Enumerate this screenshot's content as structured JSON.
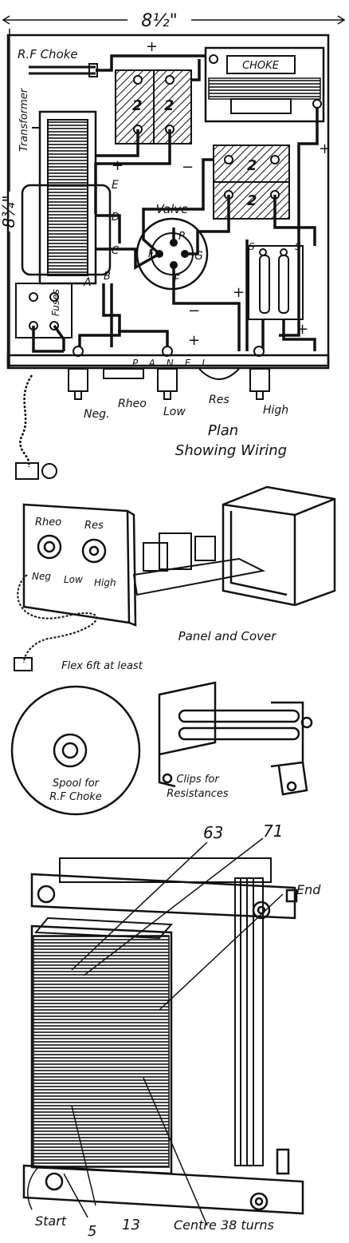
{
  "figure1": {
    "width_dim": "8½\"",
    "height_dim": "8¾\"",
    "labels": {
      "rf_choke": "R.F Choke",
      "transformer": "Transformer",
      "choke": "CHOKE",
      "valve": "Valve",
      "fuses": "Fuses",
      "panel": "PANEL",
      "e": "E",
      "d": "D",
      "c": "C",
      "a": "A",
      "b": "B",
      "f1": "F",
      "f2": "F",
      "p": "P",
      "g": "G",
      "s1": "S",
      "s2": "S",
      "neg": "Neg.",
      "rheo": "Rheo",
      "low": "Low",
      "res": "Res",
      "high": "High",
      "caption_line1": "Plan",
      "caption_line2": "Showing Wiring",
      "cap_value": "2",
      "plus": "+",
      "minus": "−"
    }
  },
  "figure2": {
    "rheo": "Rheo",
    "res": "Res",
    "neg": "Neg",
    "low": "Low",
    "high": "High",
    "caption": "Panel and Cover",
    "flex": "Flex 6ft at least"
  },
  "figure3": {
    "spool_caption_line1": "Spool for",
    "spool_caption_line2": "R.F Choke",
    "clips_caption_line1": "Clips for",
    "clips_caption_line2": "Resistances"
  },
  "figure4": {
    "label_63": "63",
    "label_71": "71",
    "label_end": "End",
    "label_start": "Start",
    "label_5": "5",
    "label_13": "13",
    "label_centre": "Centre 38 turns"
  }
}
